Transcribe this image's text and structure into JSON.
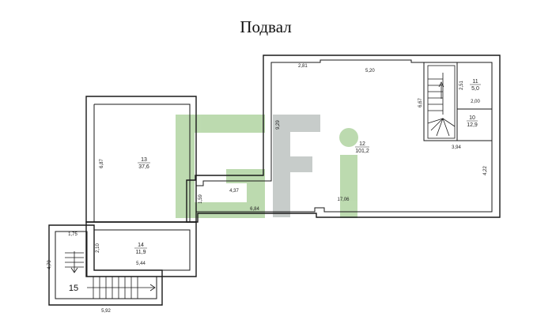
{
  "title": "Подвал",
  "watermark": {
    "color": "#7fb36a",
    "accent": "#9aa3a0",
    "name": "logo-watermark"
  },
  "rooms": [
    {
      "id": "room-11",
      "number": "11",
      "area": "5,0"
    },
    {
      "id": "room-10",
      "number": "10",
      "area": "12,9"
    },
    {
      "id": "room-12",
      "number": "12",
      "area": "101,2"
    },
    {
      "id": "room-13",
      "number": "13",
      "area": "37,6"
    },
    {
      "id": "room-14",
      "number": "14",
      "area": "11,9"
    },
    {
      "id": "room-15",
      "number": "15",
      "area": ""
    }
  ],
  "dimensions": [
    "2,81",
    "5,20",
    "9,29",
    "6,67",
    "2,51",
    "2,00",
    "3,94",
    "4,22",
    "17,06",
    "6,87",
    "1,59",
    "4,37",
    "6,84",
    "1,75",
    "2,10",
    "5,44",
    "4,79",
    "5,92"
  ]
}
